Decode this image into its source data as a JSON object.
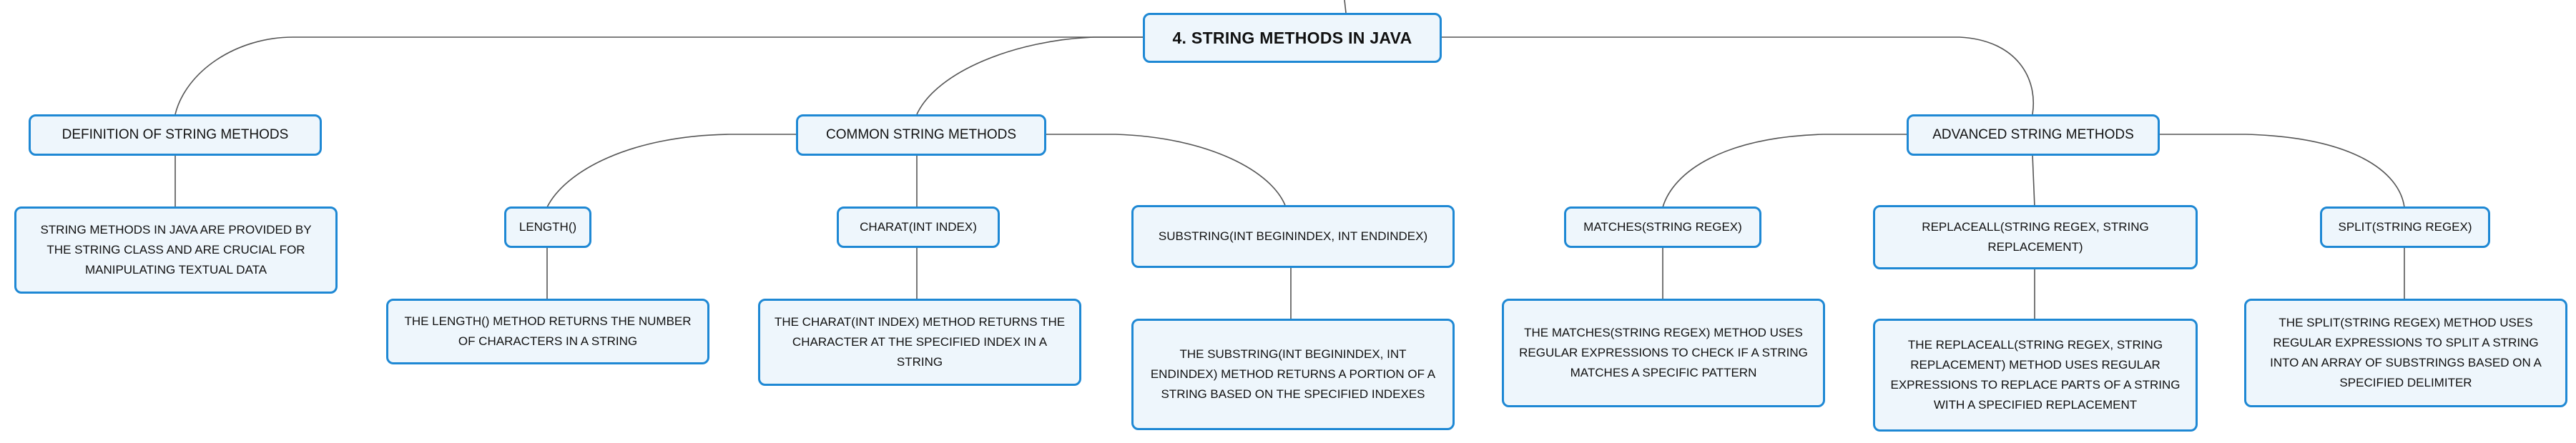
{
  "mindmap": {
    "root": "4. STRING METHODS IN JAVA",
    "categories": {
      "definition": {
        "label": "DEFINITION OF STRING METHODS",
        "description": "STRING METHODS IN JAVA ARE PROVIDED BY THE STRING CLASS AND ARE CRUCIAL FOR MANIPULATING TEXTUAL DATA"
      },
      "common": {
        "label": "COMMON STRING METHODS",
        "methods": {
          "length": {
            "label": "LENGTH()",
            "description": "THE LENGTH() METHOD RETURNS THE NUMBER OF CHARACTERS IN A STRING"
          },
          "charat": {
            "label": "CHARAT(INT INDEX)",
            "description": "THE CHARAT(INT INDEX) METHOD RETURNS THE CHARACTER AT THE SPECIFIED INDEX IN A STRING"
          },
          "substring": {
            "label": "SUBSTRING(INT BEGININDEX, INT ENDINDEX)",
            "description": "THE SUBSTRING(INT BEGININDEX, INT ENDINDEX) METHOD RETURNS A PORTION OF A STRING BASED ON THE SPECIFIED INDEXES"
          }
        }
      },
      "advanced": {
        "label": "ADVANCED STRING METHODS",
        "methods": {
          "matches": {
            "label": "MATCHES(STRING REGEX)",
            "description": "THE MATCHES(STRING REGEX) METHOD USES REGULAR EXPRESSIONS TO CHECK IF A STRING MATCHES A SPECIFIC PATTERN"
          },
          "replaceall": {
            "label": "REPLACEALL(STRING REGEX, STRING REPLACEMENT)",
            "description": "THE REPLACEALL(STRING REGEX, STRING REPLACEMENT) METHOD USES REGULAR EXPRESSIONS TO REPLACE PARTS OF A STRING WITH A SPECIFIED REPLACEMENT"
          },
          "split": {
            "label": "SPLIT(STRING REGEX)",
            "description": "THE SPLIT(STRING REGEX) METHOD USES REGULAR EXPRESSIONS TO SPLIT A STRING INTO AN ARRAY OF SUBSTRINGS BASED ON A SPECIFIED DELIMITER"
          }
        }
      }
    }
  },
  "colors": {
    "node_border": "#1e88d4",
    "node_fill": "#eef6fc",
    "edge": "#555555",
    "text": "#111111"
  }
}
